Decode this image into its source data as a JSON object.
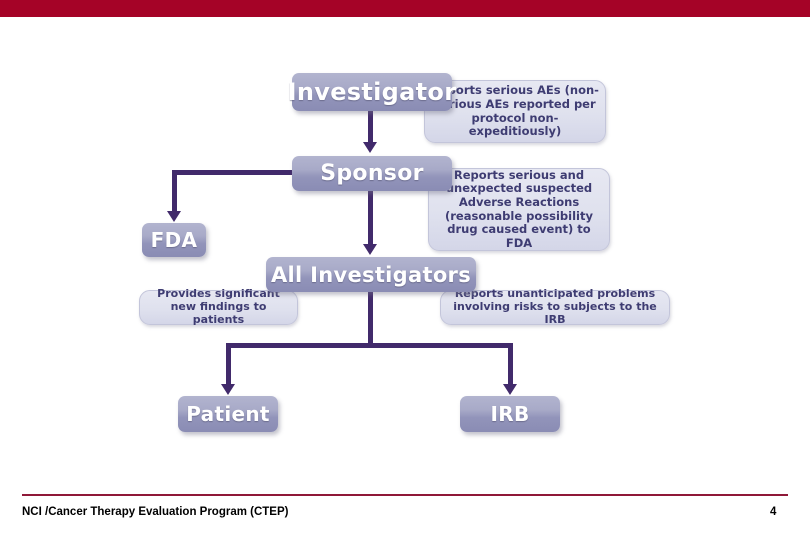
{
  "slide": {
    "banner_color": "#a50327",
    "connector_color": "#412a6b",
    "box_text_color": "#ffffff",
    "callout_text_color": "#3e3c72"
  },
  "diagram": {
    "boxes": [
      {
        "id": "investigator",
        "label": "Investigator"
      },
      {
        "id": "sponsor",
        "label": "Sponsor"
      },
      {
        "id": "fda",
        "label": "FDA"
      },
      {
        "id": "all-investigators",
        "label": "All Investigators"
      },
      {
        "id": "patient",
        "label": "Patient"
      },
      {
        "id": "irb",
        "label": "IRB"
      }
    ],
    "callouts": [
      {
        "id": "investigator-note",
        "text": "Reports serious AEs (non-serious AEs reported per protocol non-expeditiously)"
      },
      {
        "id": "sponsor-note",
        "text": "Reports serious and unexpected suspected Adverse Reactions (reasonable possibility drug caused event) to FDA"
      },
      {
        "id": "patient-note",
        "text": "Provides significant new findings to patients"
      },
      {
        "id": "irb-note",
        "text": "Reports unanticipated problems involving risks to subjects to the IRB"
      }
    ]
  },
  "footer": {
    "organization": "NCI /Cancer Therapy Evaluation Program (CTEP)",
    "page_number": "4"
  }
}
